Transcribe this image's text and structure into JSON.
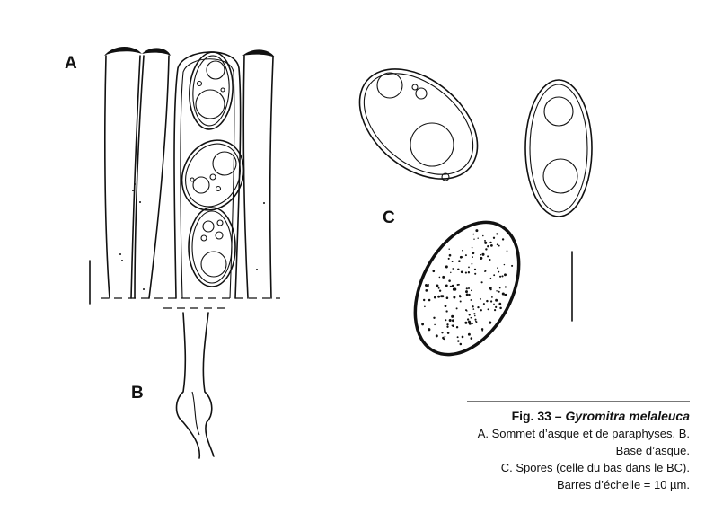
{
  "panels": {
    "a": "A",
    "b": "B",
    "c": "C"
  },
  "caption": {
    "fig_number": "Fig. 33 –",
    "species": "Gyromitra melaleuca",
    "line1": "A. Sommet d’asque et de paraphyses. B. Base d’asque.",
    "line2": "C. Spores (celle du bas dans le BC).",
    "line3": "Barres d’échelle = 10 µm."
  },
  "colors": {
    "ink": "#111111",
    "background": "#ffffff",
    "rule": "#777777"
  }
}
